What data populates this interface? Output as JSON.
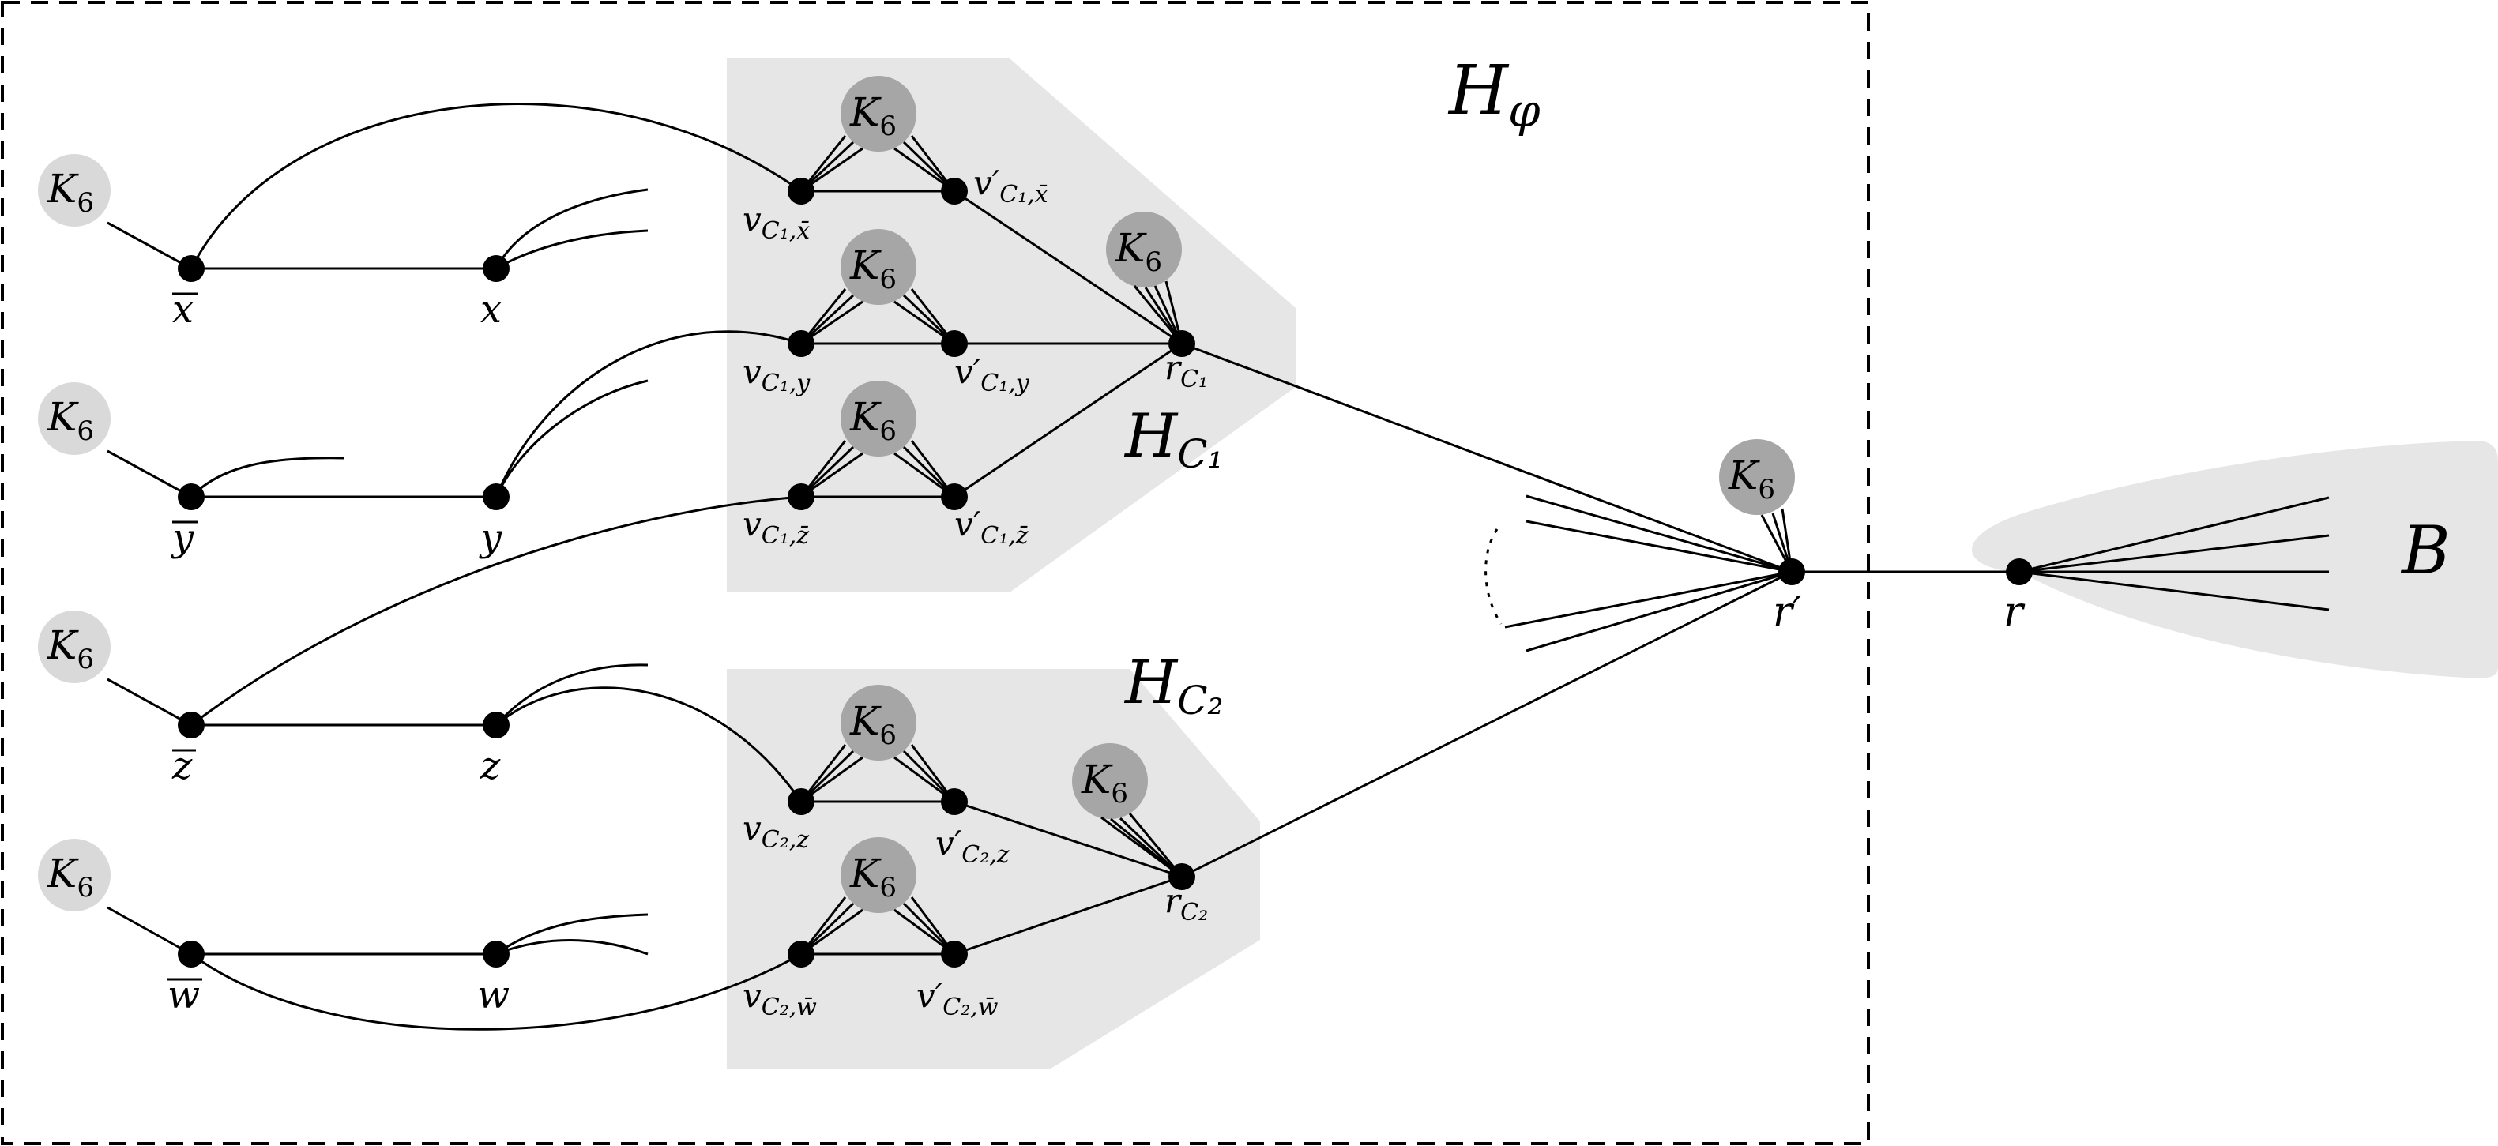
{
  "colors": {
    "region_fill": "#e6e6e6",
    "k6_light": "#d9d9d9",
    "k6_dark": "#a6a6a6",
    "edge": "#000000",
    "border": "#000000"
  },
  "labels": {
    "H_phi": {
      "main": "H",
      "sub": "φ"
    },
    "H_C1": {
      "main": "H",
      "sub": "C₁"
    },
    "H_C2": {
      "main": "H",
      "sub": "C₂"
    },
    "B": "B",
    "r_prime": "r′",
    "r": "r",
    "K": "K",
    "six": "6",
    "xbar": "x",
    "x": "x",
    "ybar": "y",
    "y": "y",
    "zbar": "z",
    "z": "z",
    "wbar": "w",
    "w": "w",
    "rC1": {
      "main": "r",
      "sub": "C₁"
    },
    "rC2": {
      "main": "r",
      "sub": "C₂"
    },
    "v_C1_xbar": {
      "main": "v",
      "sub": "C₁,x̄"
    },
    "vp_C1_xbar": {
      "main": "v′",
      "sub": "C₁,x̄"
    },
    "v_C1_y": {
      "main": "v",
      "sub": "C₁,y"
    },
    "vp_C1_y": {
      "main": "v′",
      "sub": "C₁,y"
    },
    "v_C1_zbar": {
      "main": "v",
      "sub": "C₁,z̄"
    },
    "vp_C1_zbar": {
      "main": "v′",
      "sub": "C₁,z̄"
    },
    "v_C2_z": {
      "main": "v",
      "sub": "C₂,z"
    },
    "vp_C2_z": {
      "main": "v′",
      "sub": "C₂,z"
    },
    "v_C2_wbar": {
      "main": "v",
      "sub": "C₂,w̄"
    },
    "vp_C2_wbar": {
      "main": "v′",
      "sub": "C₂,w̄"
    }
  }
}
